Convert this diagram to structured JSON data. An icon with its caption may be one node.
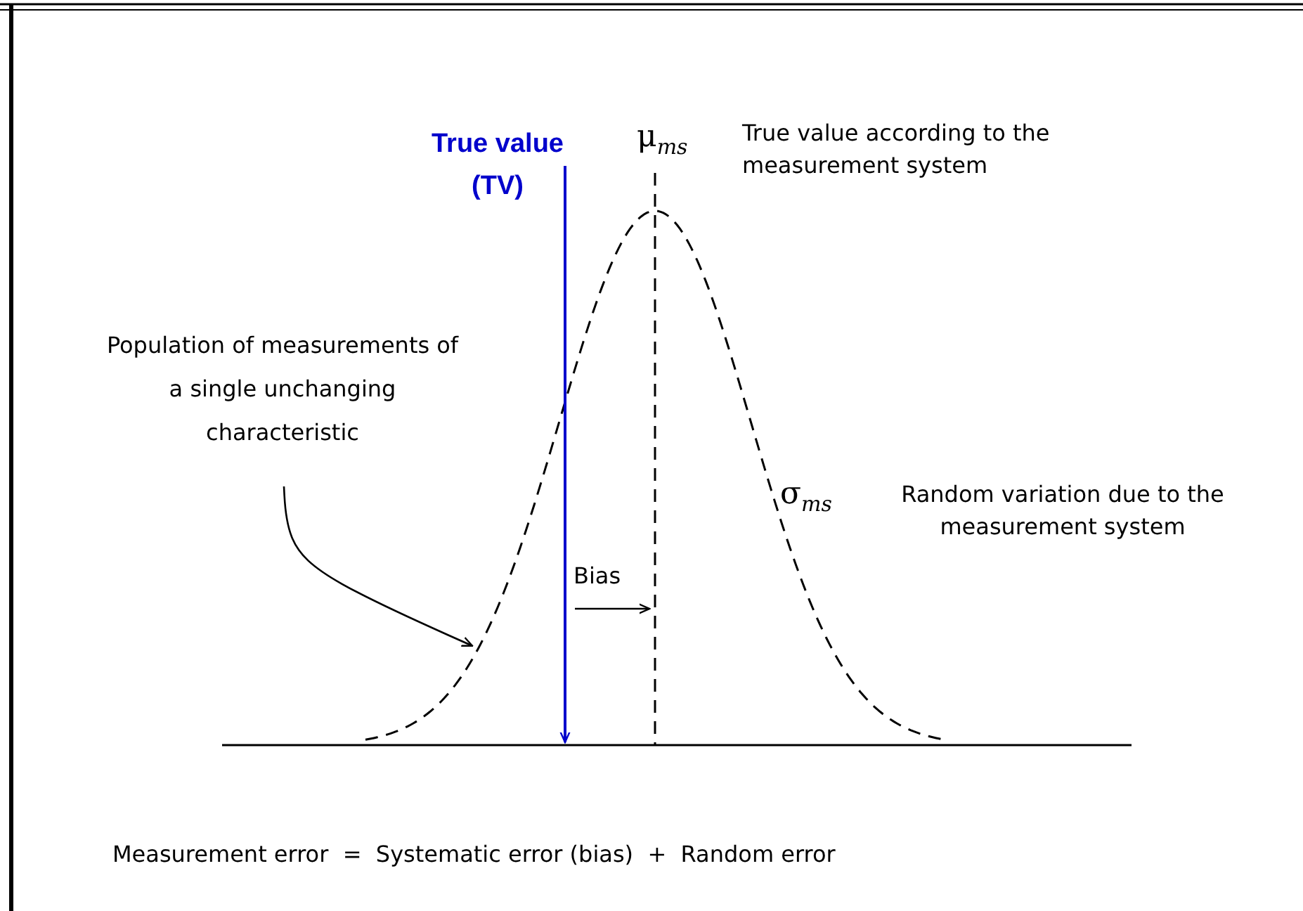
{
  "diagram": {
    "nodes": [
      {
        "text": [
          "Population of measurements of a single unchanging characteristic"
        ]
      },
      {
        "text": [],
        "shape": "curve"
      },
      {
        "text": [
          "True value (TV)"
        ]
      }
    ],
    "edges": [
      {
        "from": 0,
        "to": 1,
        "arrow": "to"
      },
      {
        "from": 2,
        "to": 1,
        "arrow": "to",
        "color": "#0000cc"
      }
    ],
    "labels": [
      "μ$_{ms}$",
      "True value according to the measurement system",
      "σ$_{ms}$",
      "Random variation due to the measurement system",
      "Bias",
      "Measurement error  =  Systematic error (bias)  +  Random error"
    ]
  }
}
